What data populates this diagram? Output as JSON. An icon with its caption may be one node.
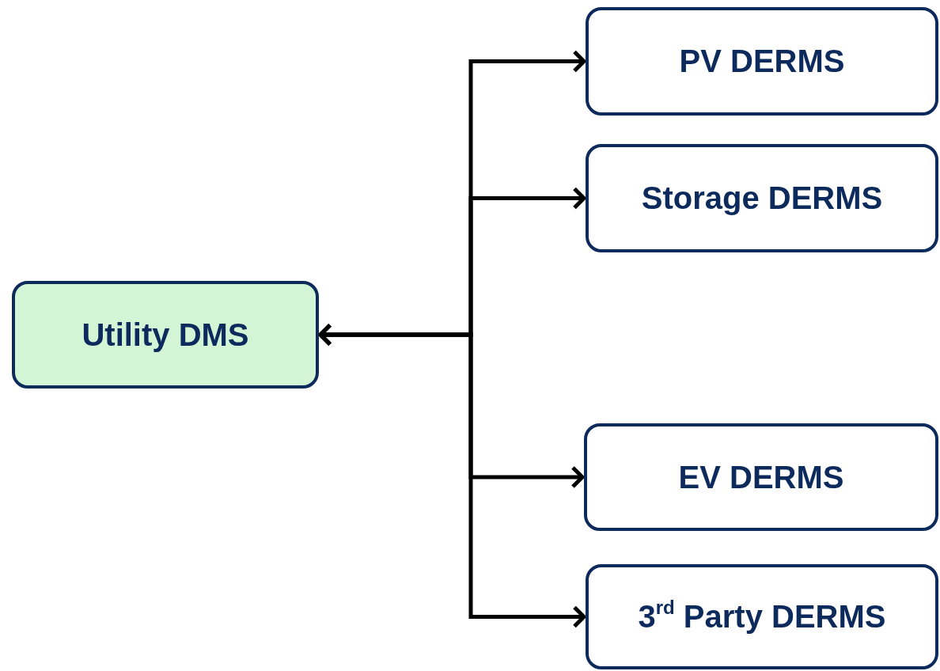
{
  "diagram": {
    "nodes": [
      {
        "text": [
          "Utility DMS"
        ]
      },
      {
        "text": [
          "PV DERMS"
        ]
      },
      {
        "text": [
          "Storage DERMS"
        ]
      },
      {
        "text": [
          "EV DERMS"
        ]
      },
      {
        "text": [
          "3$^{rd}$ Party DERMS"
        ]
      }
    ],
    "edges": [
      {
        "from": 0,
        "to": 1,
        "arrow": "both"
      },
      {
        "from": 0,
        "to": 2,
        "arrow": "both"
      },
      {
        "from": 0,
        "to": 3,
        "arrow": "both"
      },
      {
        "from": 0,
        "to": 4,
        "arrow": "both"
      }
    ]
  }
}
